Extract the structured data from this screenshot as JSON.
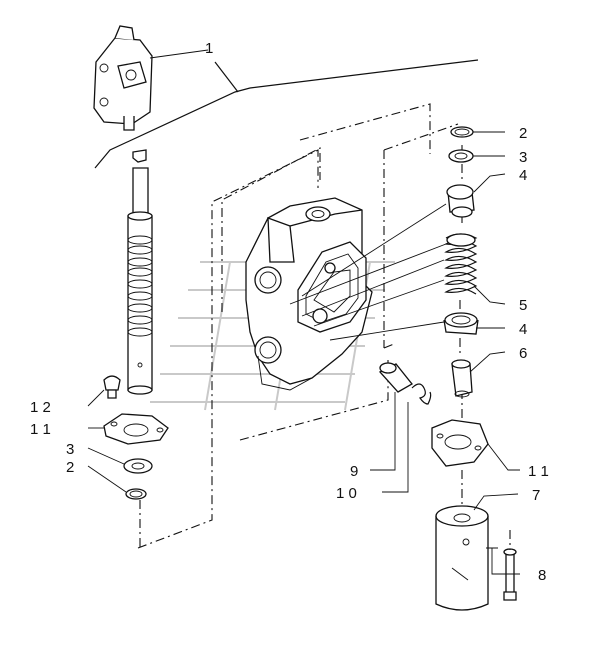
{
  "callouts": [
    {
      "id": "c1",
      "text": "1"
    },
    {
      "id": "c2r",
      "text": "2"
    },
    {
      "id": "c3r",
      "text": "3"
    },
    {
      "id": "c4a",
      "text": "4"
    },
    {
      "id": "c5",
      "text": "5"
    },
    {
      "id": "c4b",
      "text": "4"
    },
    {
      "id": "c6",
      "text": "6"
    },
    {
      "id": "c11r",
      "text": "1 1"
    },
    {
      "id": "c7",
      "text": "7"
    },
    {
      "id": "c8",
      "text": "8"
    },
    {
      "id": "c9",
      "text": "9"
    },
    {
      "id": "c10",
      "text": "1 0"
    },
    {
      "id": "c12",
      "text": "1 2"
    },
    {
      "id": "c11l",
      "text": "1 1"
    },
    {
      "id": "c3l",
      "text": "3"
    },
    {
      "id": "c2l",
      "text": "2"
    }
  ]
}
